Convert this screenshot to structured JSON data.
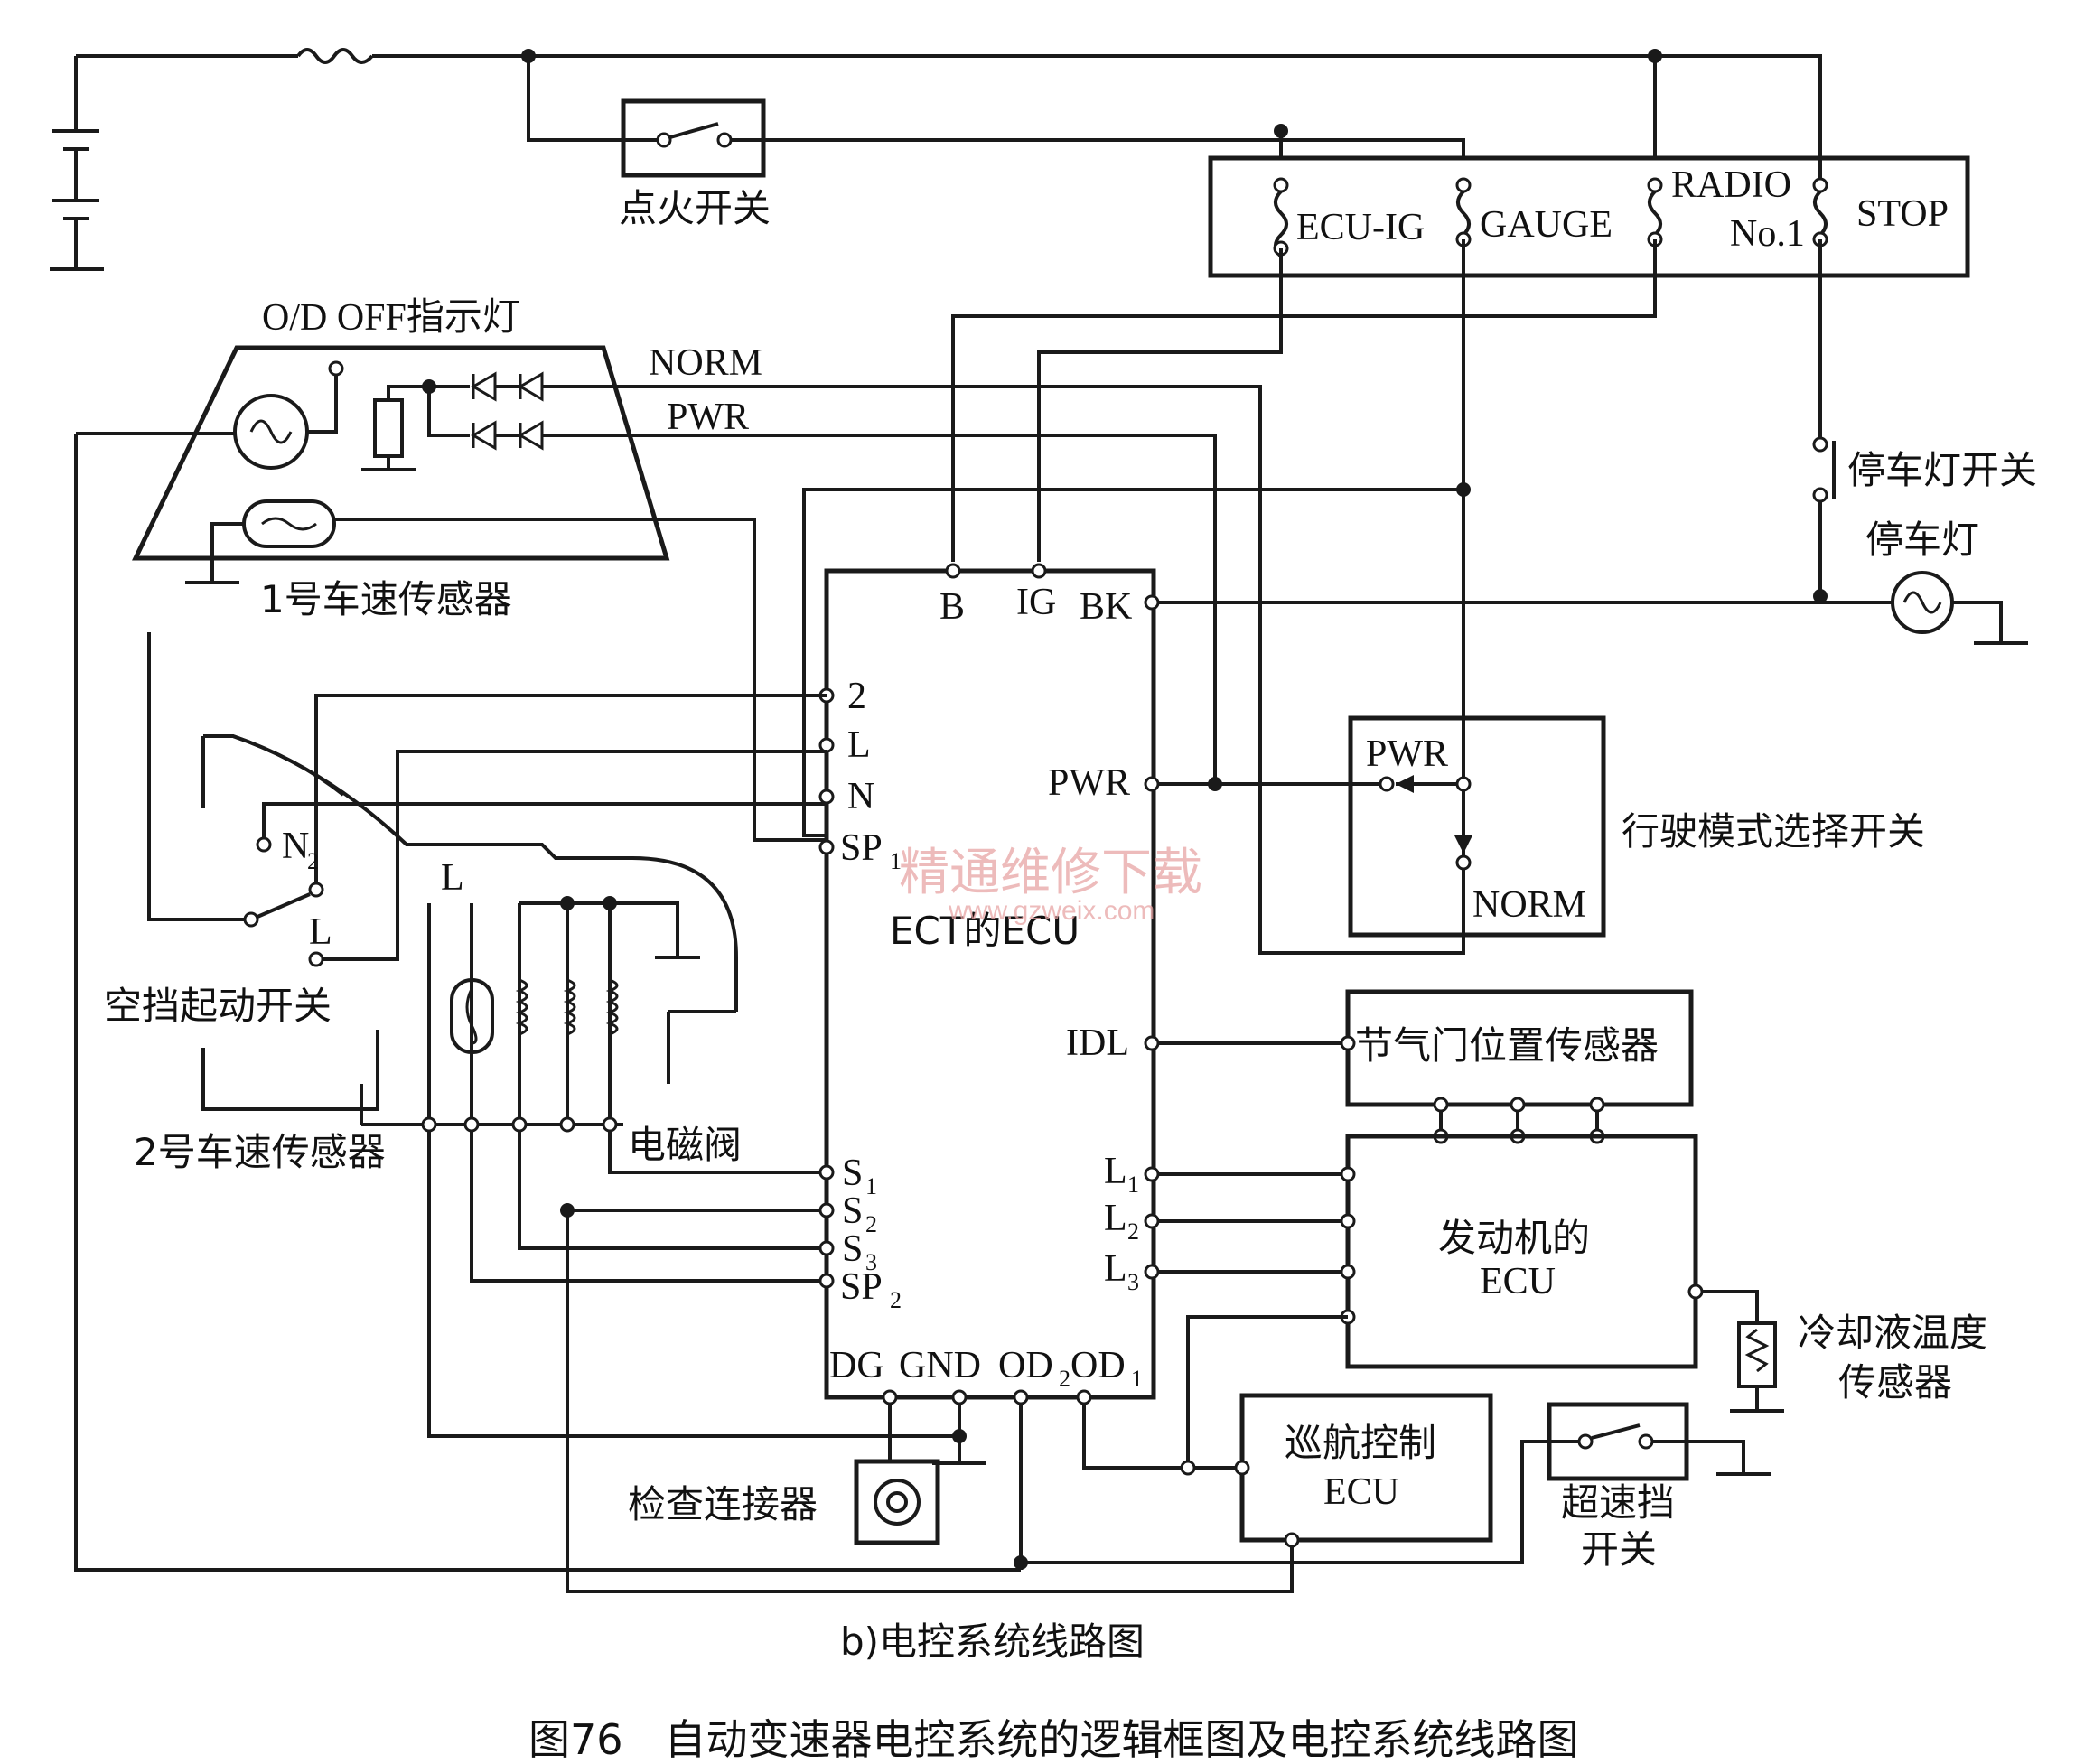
{
  "battery": {
    "label": ""
  },
  "ignition_switch": {
    "label": "点火开关"
  },
  "fuse_box": {
    "ecu_ig": "ECU-IG",
    "gauge": "GAUGE",
    "radio": "RADIO",
    "no1": "No.1",
    "stop": "STOP"
  },
  "od_off_lamp": {
    "title": "O/D OFF指示灯"
  },
  "mode_wires": {
    "norm": "NORM",
    "pwr": "PWR"
  },
  "speed_sensor_1": {
    "label": "1号车速传感器"
  },
  "speed_sensor_2": {
    "label": "2号车速传感器"
  },
  "stop_lamp_switch": {
    "label": "停车灯开关"
  },
  "stop_lamp": {
    "label": "停车灯"
  },
  "neutral_start_switch": {
    "label": "空挡起动开关",
    "n2": "N",
    "n2_sub": "2",
    "l": "L"
  },
  "solenoid": {
    "label": "电磁阀",
    "l": "L"
  },
  "ecu": {
    "title": "ECT的ECU",
    "pins": {
      "b": "B",
      "ig": "IG",
      "bk": "BK",
      "p2": "2",
      "l": "L",
      "n": "N",
      "sp1": "SP",
      "sp1_sub": "1",
      "pwr": "PWR",
      "idl": "IDL",
      "l1": "L",
      "l1_sub": "1",
      "l2": "L",
      "l2_sub": "2",
      "l3": "L",
      "l3_sub": "3",
      "s1": "S",
      "s1_sub": "1",
      "s2": "S",
      "s2_sub": "2",
      "s3": "S",
      "s3_sub": "3",
      "sp2": "SP",
      "sp2_sub": "2",
      "dg": "DG",
      "gnd": "GND",
      "od2": "OD",
      "od2_sub": "2",
      "od1": "OD",
      "od1_sub": "1"
    }
  },
  "mode_switch": {
    "label": "行驶模式选择开关",
    "pwr": "PWR",
    "norm": "NORM"
  },
  "throttle_sensor": {
    "label": "节气门位置传感器"
  },
  "engine_ecu": {
    "line1": "发动机的",
    "line2": "ECU"
  },
  "coolant_sensor": {
    "line1": "冷却液温度",
    "line2": "传感器"
  },
  "cruise_ecu": {
    "line1": "巡航控制",
    "line2": "ECU"
  },
  "od_switch": {
    "line1": "超速挡",
    "line2": "开关"
  },
  "check_connector": {
    "label": "检查连接器"
  },
  "watermark": {
    "cn": "精通维修下载",
    "url": "www.gzweix.com"
  },
  "subtitle": "b)电控系统线路图",
  "caption": "图76　自动变速器电控系统的逻辑框图及电控系统线路图"
}
